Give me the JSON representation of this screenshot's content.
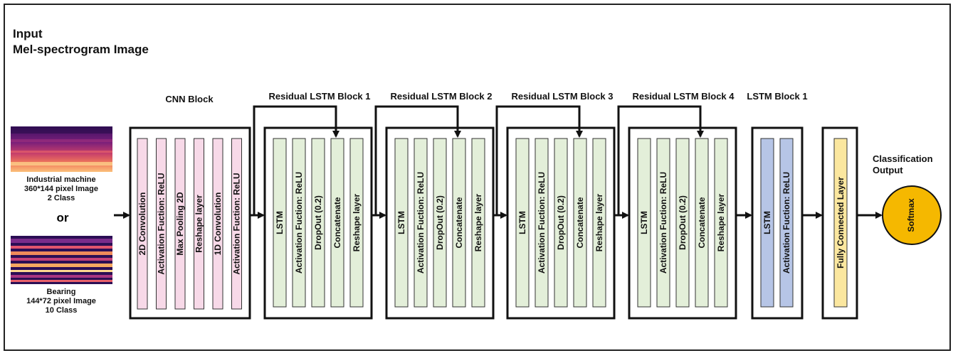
{
  "header": {
    "line1": "Input",
    "line2": "Mel-spectrogram Image"
  },
  "inputs": {
    "industrial": {
      "line1": "Industrial machine",
      "line2": "360*144 pixel Image",
      "line3": "2 Class"
    },
    "or_label": "or",
    "bearing": {
      "line1": "Bearing",
      "line2": "144*72 pixel Image",
      "line3": "10 Class"
    }
  },
  "blocks": [
    {
      "title": "CNN Block",
      "layers": [
        "2D Convolution",
        "Activation Fuction: ReLU",
        "Max Pooling 2D",
        "Reshape layer",
        "1D Convolution",
        "Activation Fuction: ReLU"
      ]
    },
    {
      "title": "Residual LSTM Block 1",
      "layers": [
        "LSTM",
        "Activation Fuction: ReLU",
        "DropOut (0.2)",
        "Concatenate",
        "Reshape layer"
      ]
    },
    {
      "title": "Residual LSTM Block 2",
      "layers": [
        "LSTM",
        "Activation Fuction: ReLU",
        "DropOut (0.2)",
        "Concatenate",
        "Reshape layer"
      ]
    },
    {
      "title": "Residual LSTM Block 3",
      "layers": [
        "LSTM",
        "Activation Fuction: ReLU",
        "DropOut (0.2)",
        "Concatenate",
        "Reshape layer"
      ]
    },
    {
      "title": "Residual LSTM Block 4",
      "layers": [
        "LSTM",
        "Activation Fuction: ReLU",
        "DropOut (0.2)",
        "Concatenate",
        "Reshape layer"
      ]
    },
    {
      "title": "LSTM Block 1",
      "layers": [
        "LSTM",
        "Activation Fuction: ReLU"
      ]
    },
    {
      "title": "",
      "layers": [
        "Fully Connected Layer"
      ]
    }
  ],
  "output": {
    "line1": "Classification",
    "line2": "Output",
    "node": "Softmax"
  },
  "colors": {
    "cnn": "#f7d9e8",
    "residual": "#e3efd9",
    "lstm": "#b6c5e6",
    "fc": "#fbe79f",
    "softmax": "#f5b800"
  }
}
